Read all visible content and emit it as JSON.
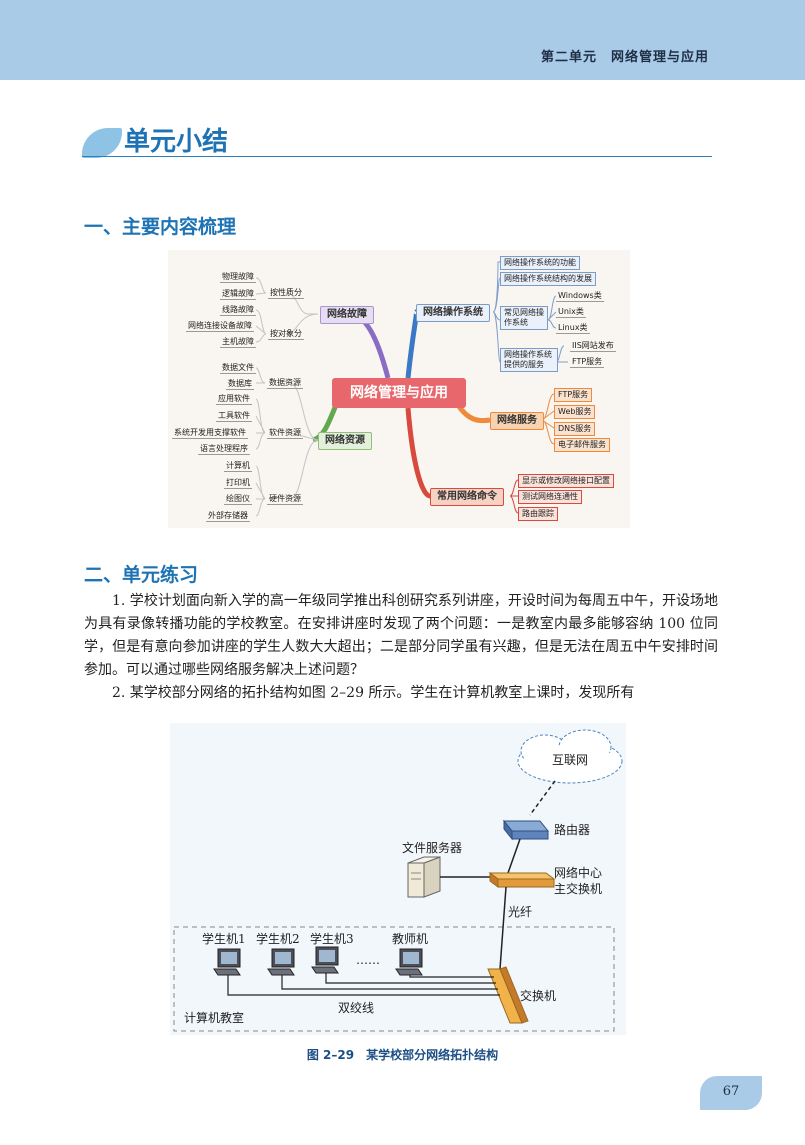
{
  "header": {
    "title": "第二单元　网络管理与应用"
  },
  "unit": {
    "title": "单元小结"
  },
  "sections": {
    "s1": "一、主要内容梳理",
    "s2": "二、单元练习"
  },
  "mindmap": {
    "center": "网络管理与应用",
    "fault": {
      "label": "网络故障",
      "by_nature": "按性质分",
      "by_object": "按对象分",
      "nature_items": [
        "物理故障",
        "逻辑故障"
      ],
      "object_items": [
        "线路故障",
        "网络连接设备故障",
        "主机故障"
      ]
    },
    "resource": {
      "label": "网络资源",
      "data": "数据资源",
      "software": "软件资源",
      "hardware": "硬件资源",
      "data_items": [
        "数据文件",
        "数据库"
      ],
      "software_items": [
        "应用软件",
        "工具软件",
        "系统开发用支撑软件",
        "语言处理程序"
      ],
      "hardware_items": [
        "计算机",
        "打印机",
        "绘图仪",
        "外部存储器"
      ]
    },
    "os": {
      "label": "网络操作系统",
      "func": "网络操作系统的功能",
      "dev": "网络操作系统结构的发展",
      "common": "常见网络操作系统",
      "common_items": [
        "Windows类",
        "Unix类",
        "Linux类"
      ],
      "services": "网络操作系统提供的服务",
      "service_items": [
        "IIS网站发布",
        "FTP服务"
      ]
    },
    "service": {
      "label": "网络服务",
      "items": [
        "FTP服务",
        "Web服务",
        "DNS服务",
        "电子邮件服务"
      ]
    },
    "cmd": {
      "label": "常用网络命令",
      "items": [
        "显示或修改网络接口配置",
        "测试网络连通性",
        "路由跟踪"
      ]
    }
  },
  "exercises": {
    "q1": "1. 学校计划面向新入学的高一年级同学推出科创研究系列讲座，开设时间为每周五中午，开设场地为具有录像转播功能的学校教室。在安排讲座时发现了两个问题：一是教室内最多能够容纳 100 位同学，但是有意向参加讲座的学生人数大大超出；二是部分同学虽有兴趣，但是无法在周五中午安排时间参加。可以通过哪些网络服务解决上述问题？",
    "q2": "2. 某学校部分网络的拓扑结构如图 2–29 所示。学生在计算机教室上课时，发现所有"
  },
  "topology": {
    "internet": "互联网",
    "router": "路由器",
    "file_server": "文件服务器",
    "core_switch": "网络中心主交换机",
    "fiber": "光纤",
    "students": [
      "学生机1",
      "学生机2",
      "学生机3"
    ],
    "ellipsis": "……",
    "teacher": "教师机",
    "switch": "交换机",
    "twisted_pair": "双绞线",
    "lab": "计算机教室"
  },
  "caption": "图 2–29　某学校部分网络拓扑结构",
  "page_number": "67",
  "colors": {
    "header": "#a9cbe8",
    "accent_blue": "#1d73b4",
    "center_node": "#e8676c",
    "service_node": "#f5b27a",
    "cmd_node": "#f0b28f"
  }
}
